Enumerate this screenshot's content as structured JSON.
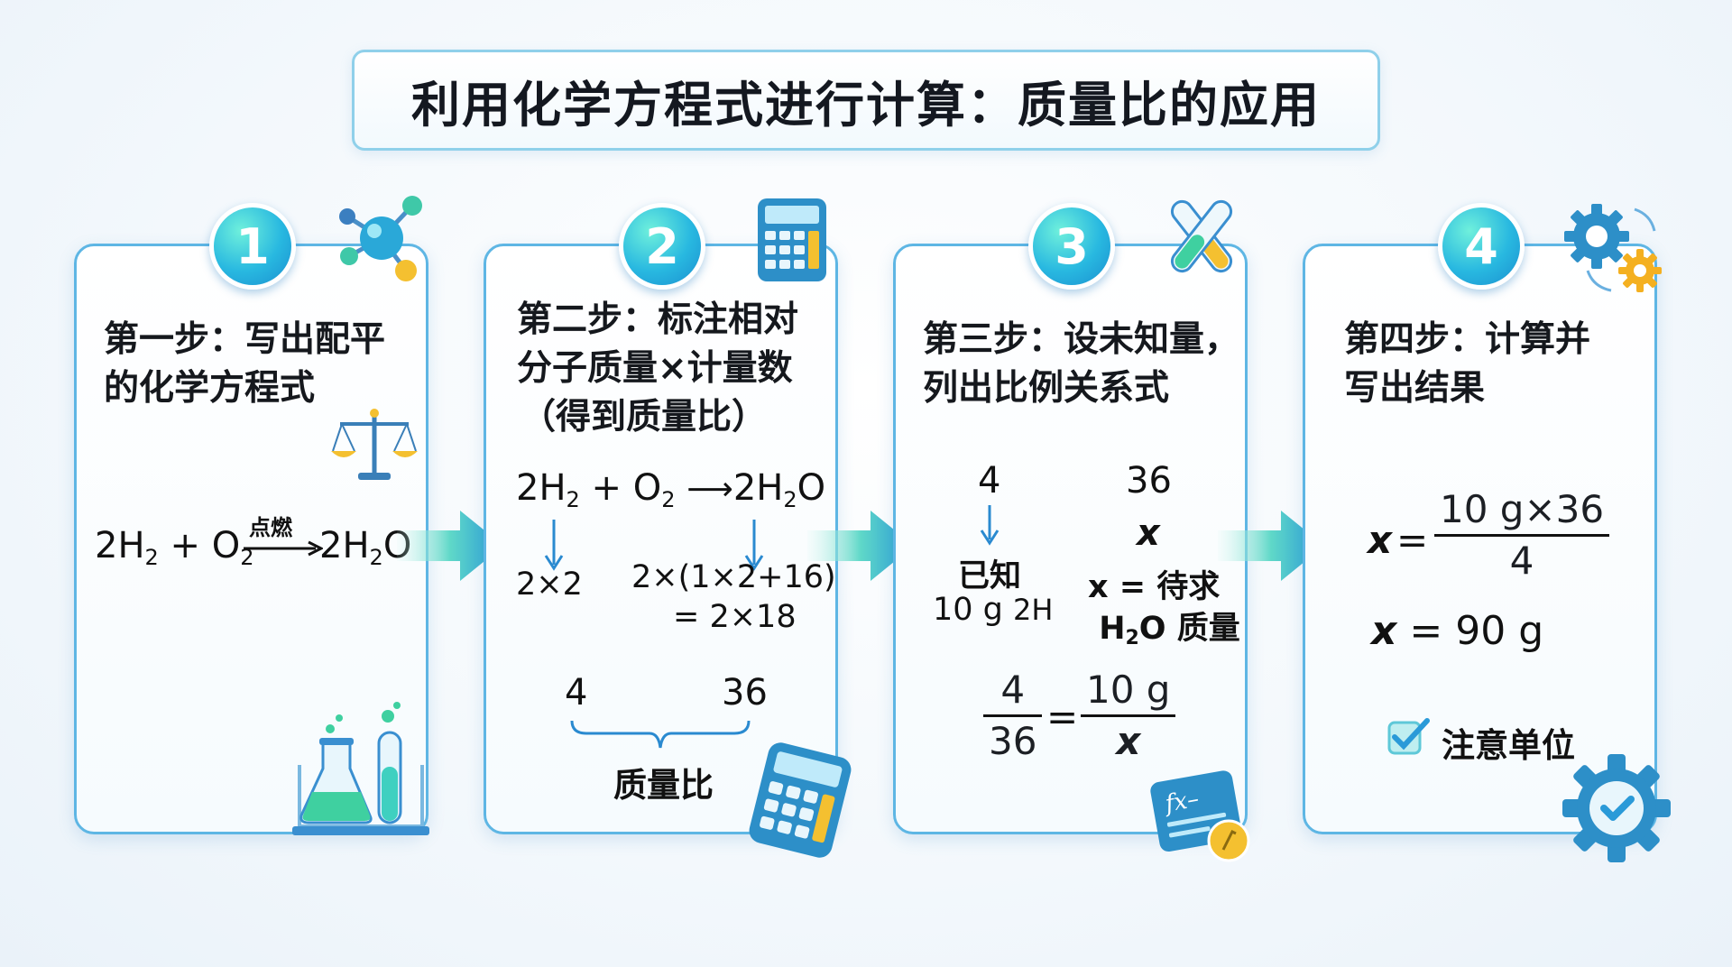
{
  "title": "利用化学方程式进行计算：质量比的应用",
  "steps": [
    {
      "number": "1",
      "title_lines": [
        "第一步：写出配平",
        "的化学方程式"
      ],
      "condition": "点燃"
    },
    {
      "number": "2",
      "title_lines": [
        "第二步：标注相对",
        "分子质量×计量数",
        "（得到质量比）"
      ],
      "left_calc": "2×2",
      "right_calc_1": "2×(1×2+16)",
      "right_calc_2": "= 2×18",
      "left_value": "4",
      "right_value": "36",
      "brace_label": "质量比"
    },
    {
      "number": "3",
      "title_lines": [
        "第三步：设未知量，",
        "列出比例关系式"
      ],
      "left_value": "4",
      "right_value": "36",
      "unknown": "x",
      "known_label": "已知",
      "known_value": "10 g",
      "unknown_label": "x = 待求",
      "unknown_desc": "质量",
      "frac_left_num": "4",
      "frac_left_den": "36",
      "equals": "=",
      "frac_right_num": "10 g",
      "frac_right_den": "x"
    },
    {
      "number": "4",
      "title_lines": [
        "第四步：计算并",
        "写出结果"
      ],
      "lhs": "x",
      "equals": "=",
      "frac_num": "10 g×36",
      "frac_den": "4",
      "result_var": "x",
      "result_value": "= 90 g",
      "note": "注意单位"
    }
  ],
  "equation": {
    "coef_h2": "2H",
    "sub_2": "2",
    "plus": "+",
    "o": "O",
    "product": "2H",
    "product_o": "O"
  },
  "colors": {
    "card_border": "#5eb6e4",
    "badge": "#28b8e0",
    "accent_teal": "#3fd0b8",
    "arrow": "#2a9ad8"
  }
}
